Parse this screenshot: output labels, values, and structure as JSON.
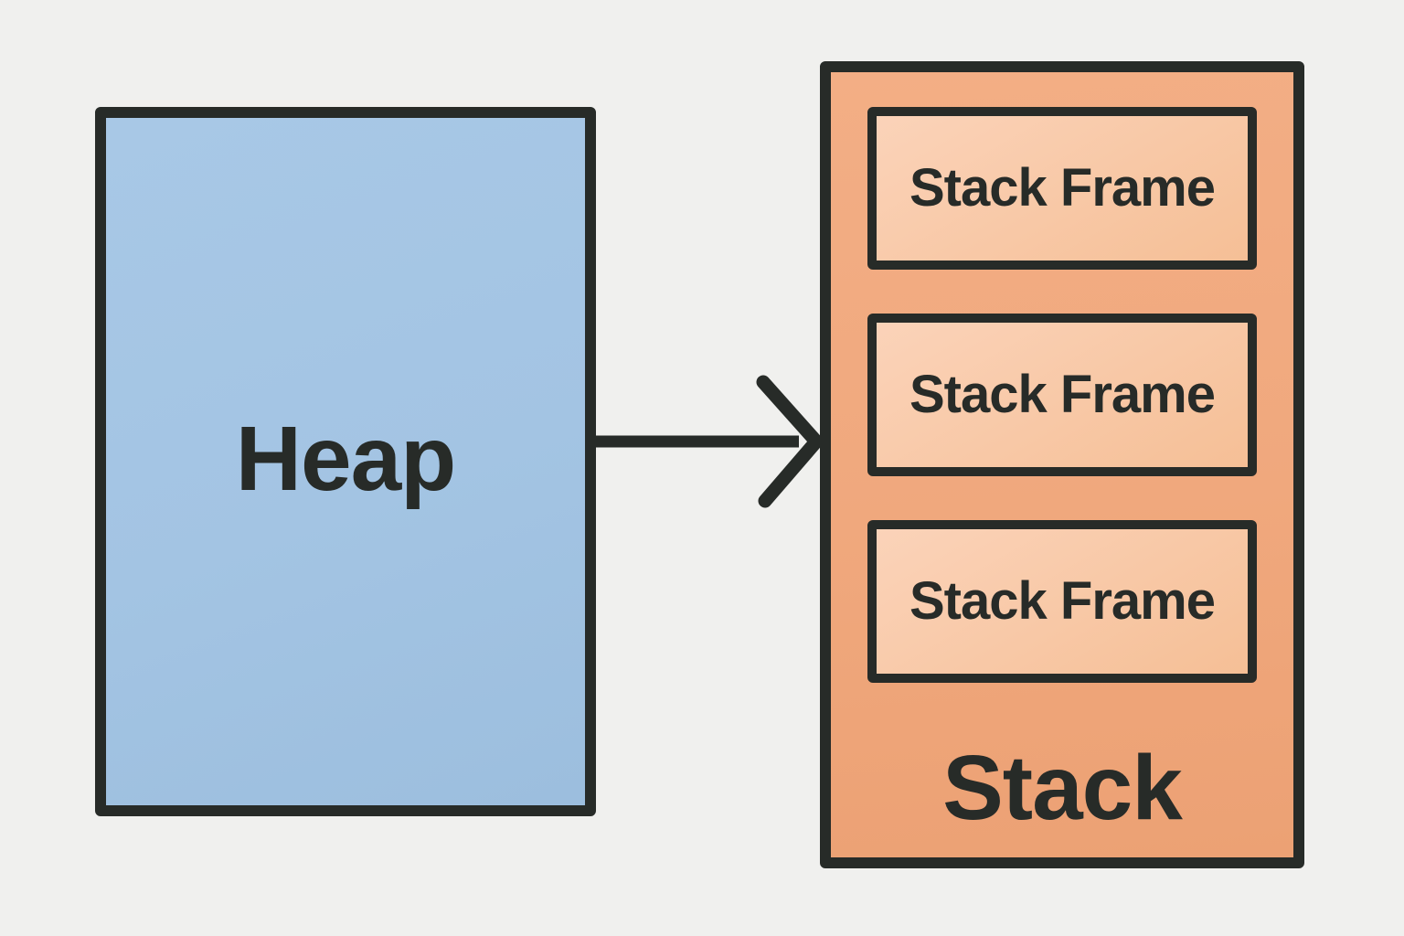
{
  "colors": {
    "background": "#f0f0ee",
    "ink": "#272b28",
    "heap-fill": "#a3c4e3",
    "stack-fill": "#f0a87d",
    "frame-fill": "#f8c8a6"
  },
  "diagram": {
    "heap": {
      "label": "Heap"
    },
    "arrow": {
      "direction": "right"
    },
    "stack": {
      "label": "Stack",
      "frames": [
        {
          "label": "Stack Frame"
        },
        {
          "label": "Stack Frame"
        },
        {
          "label": "Stack Frame"
        }
      ]
    }
  }
}
